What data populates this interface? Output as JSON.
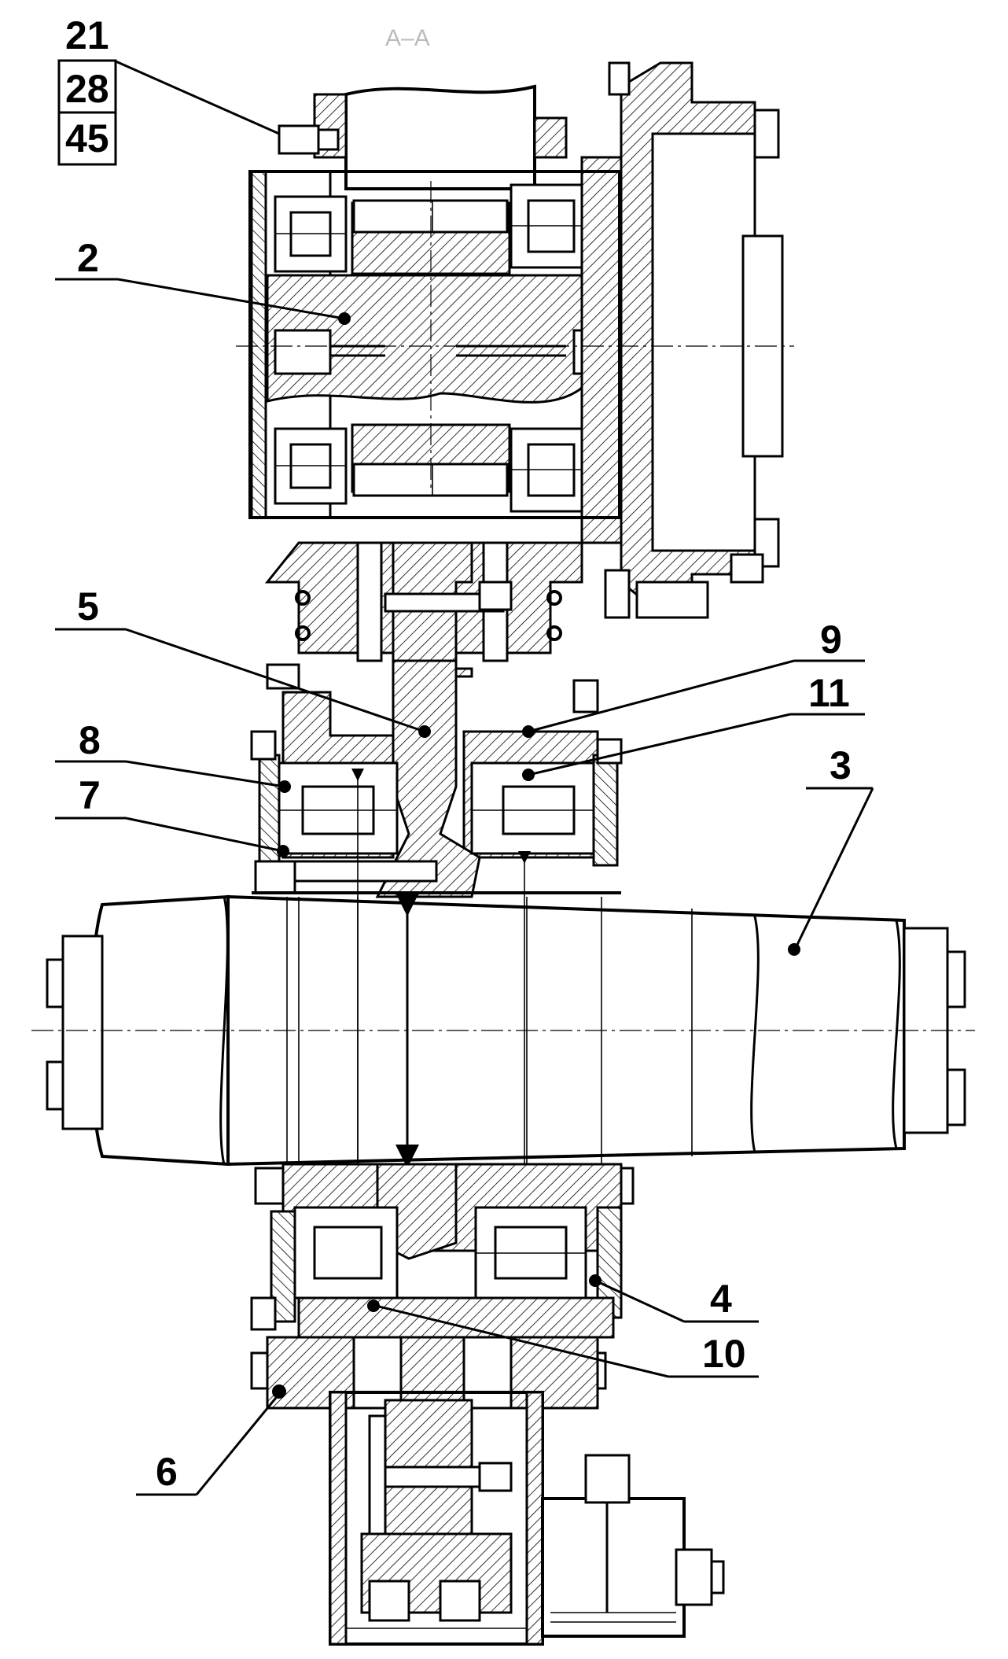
{
  "drawing": {
    "title_mark": "А–А",
    "callouts": [
      {
        "id": "21",
        "text": "21",
        "boxed": true
      },
      {
        "id": "28",
        "text": "28",
        "boxed": true
      },
      {
        "id": "45",
        "text": "45",
        "boxed": true
      },
      {
        "id": "2",
        "text": "2"
      },
      {
        "id": "5",
        "text": "5"
      },
      {
        "id": "9",
        "text": "9"
      },
      {
        "id": "11",
        "text": "11"
      },
      {
        "id": "8",
        "text": "8"
      },
      {
        "id": "7",
        "text": "7"
      },
      {
        "id": "3",
        "text": "3"
      },
      {
        "id": "4",
        "text": "4"
      },
      {
        "id": "10",
        "text": "10"
      },
      {
        "id": "6",
        "text": "6"
      }
    ]
  }
}
